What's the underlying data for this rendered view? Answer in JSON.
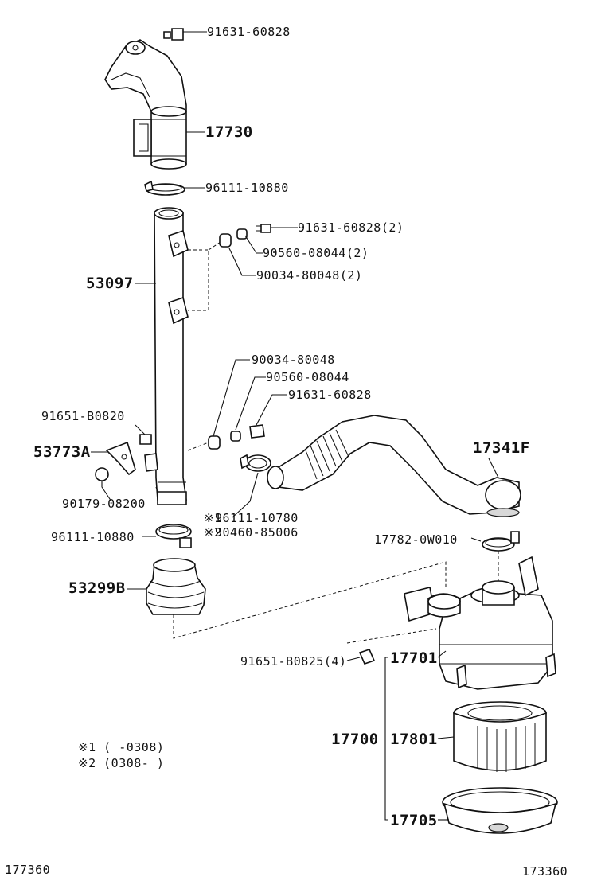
{
  "labels": {
    "p_91631_60828_top": "91631-60828",
    "p_17730": "17730",
    "p_96111_10880_top": "96111-10880",
    "p_91631_60828_2": "91631-60828(2)",
    "p_90560_08044_2": "90560-08044(2)",
    "p_90034_80048_2": "90034-80048(2)",
    "p_53097": "53097",
    "p_90034_80048": "90034-80048",
    "p_90560_08044": "90560-08044",
    "p_91631_60828_mid": "91631-60828",
    "p_91651_b0820": "91651-B0820",
    "p_53773a": "53773A",
    "p_17341f": "17341F",
    "p_90179_08200": "90179-08200",
    "p_96111_10780": "96111-10780",
    "p_90460_85006": "90460-85006",
    "p_96111_10880_bot": "96111-10880",
    "p_17782_0w010": "17782-0W010",
    "p_53299b": "53299B",
    "p_91651_b0825_4": "91651-B0825(4)",
    "p_17701": "17701",
    "p_17700": "17700",
    "p_17801": "17801",
    "p_17705": "17705"
  },
  "marks": {
    "note1": "※1",
    "note2": "※2"
  },
  "notes": {
    "note1": "※1 (    -0308)",
    "note2": "※2 (0308-     )"
  },
  "footer": {
    "left_code": "177360",
    "right_code": "173360"
  }
}
